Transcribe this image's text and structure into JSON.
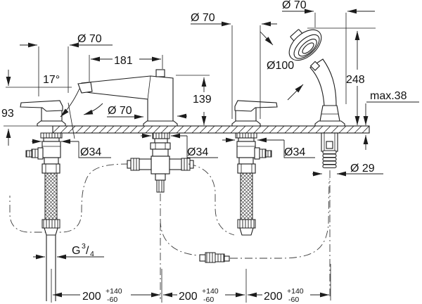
{
  "drawing": {
    "description": "Deck-mounted 4-hole bath combination technical dimension drawing",
    "line_color": "#1c1c1c",
    "bg_color": "#ffffff",
    "labels": {
      "dia70_handle_left": "Ø 70",
      "dia70_handle_right": "Ø 70",
      "dia70_shower": "Ø 70",
      "dia70_spout": "Ø 70",
      "angle": "17°",
      "height_93": "93",
      "span_181": "181",
      "height_139": "139",
      "height_248": "248",
      "max_thickness": "max.38",
      "dia100": "Ø100",
      "dia34_left": "Ø34",
      "dia34_mid": "Ø34",
      "dia34_right": "Ø34",
      "dia29": "Ø 29",
      "thread_g": "G",
      "thread_sup": "3",
      "thread_slash": "/",
      "thread_sub": "4",
      "span_200": "200",
      "tol_plus": "+140",
      "tol_minus": "-60"
    }
  }
}
